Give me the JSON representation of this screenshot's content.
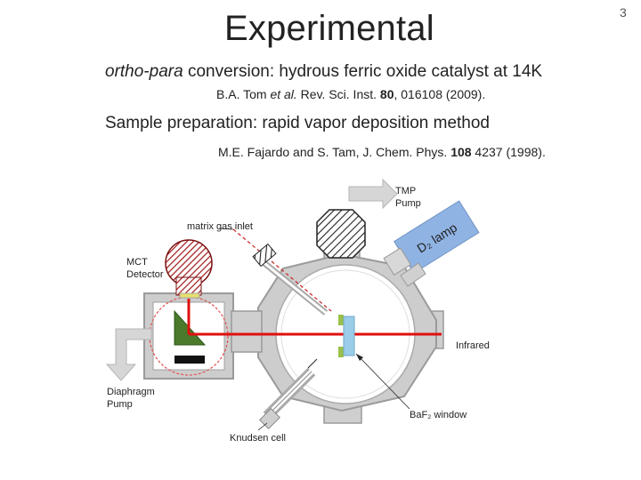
{
  "slide": {
    "title": "Experimental",
    "page_number": "3"
  },
  "conversion": {
    "italic": "ortho-para",
    "text": " conversion: hydrous ferric oxide catalyst at 14K"
  },
  "ref1": {
    "authors": "B.A. Tom ",
    "etal": "et al.",
    "journal": "  Rev. Sci. Inst. ",
    "volume": "80",
    "rest": ", 016108 (2009)."
  },
  "preparation": {
    "text": "Sample preparation: rapid vapor deposition method"
  },
  "ref2": {
    "authors": "M.E. Fajardo and S. Tam, J. Chem. Phys. ",
    "volume": "108",
    "rest": " 4237 (1998)."
  },
  "diagram": {
    "labels": {
      "tmp_line1": "TMP",
      "tmp_line2": "Pump",
      "matrix_inlet": "matrix gas inlet",
      "mct_line1": "MCT",
      "mct_line2": "Detector",
      "d2_lamp": "D₂ lamp",
      "infrared": "Infrared",
      "diaphragm_line1": "Diaphragm",
      "diaphragm_line2": "Pump",
      "baf2_window": "BaF₂ window",
      "knudsen": "Knudsen cell"
    },
    "colors": {
      "chamber": "#c8c8c8",
      "beam": "#e01010",
      "mct_head": "#a01818",
      "prism": "#4a7a2a",
      "window": "#9ccde8",
      "lamp": "#88aee0",
      "arrow": "#d0d0d0"
    }
  }
}
